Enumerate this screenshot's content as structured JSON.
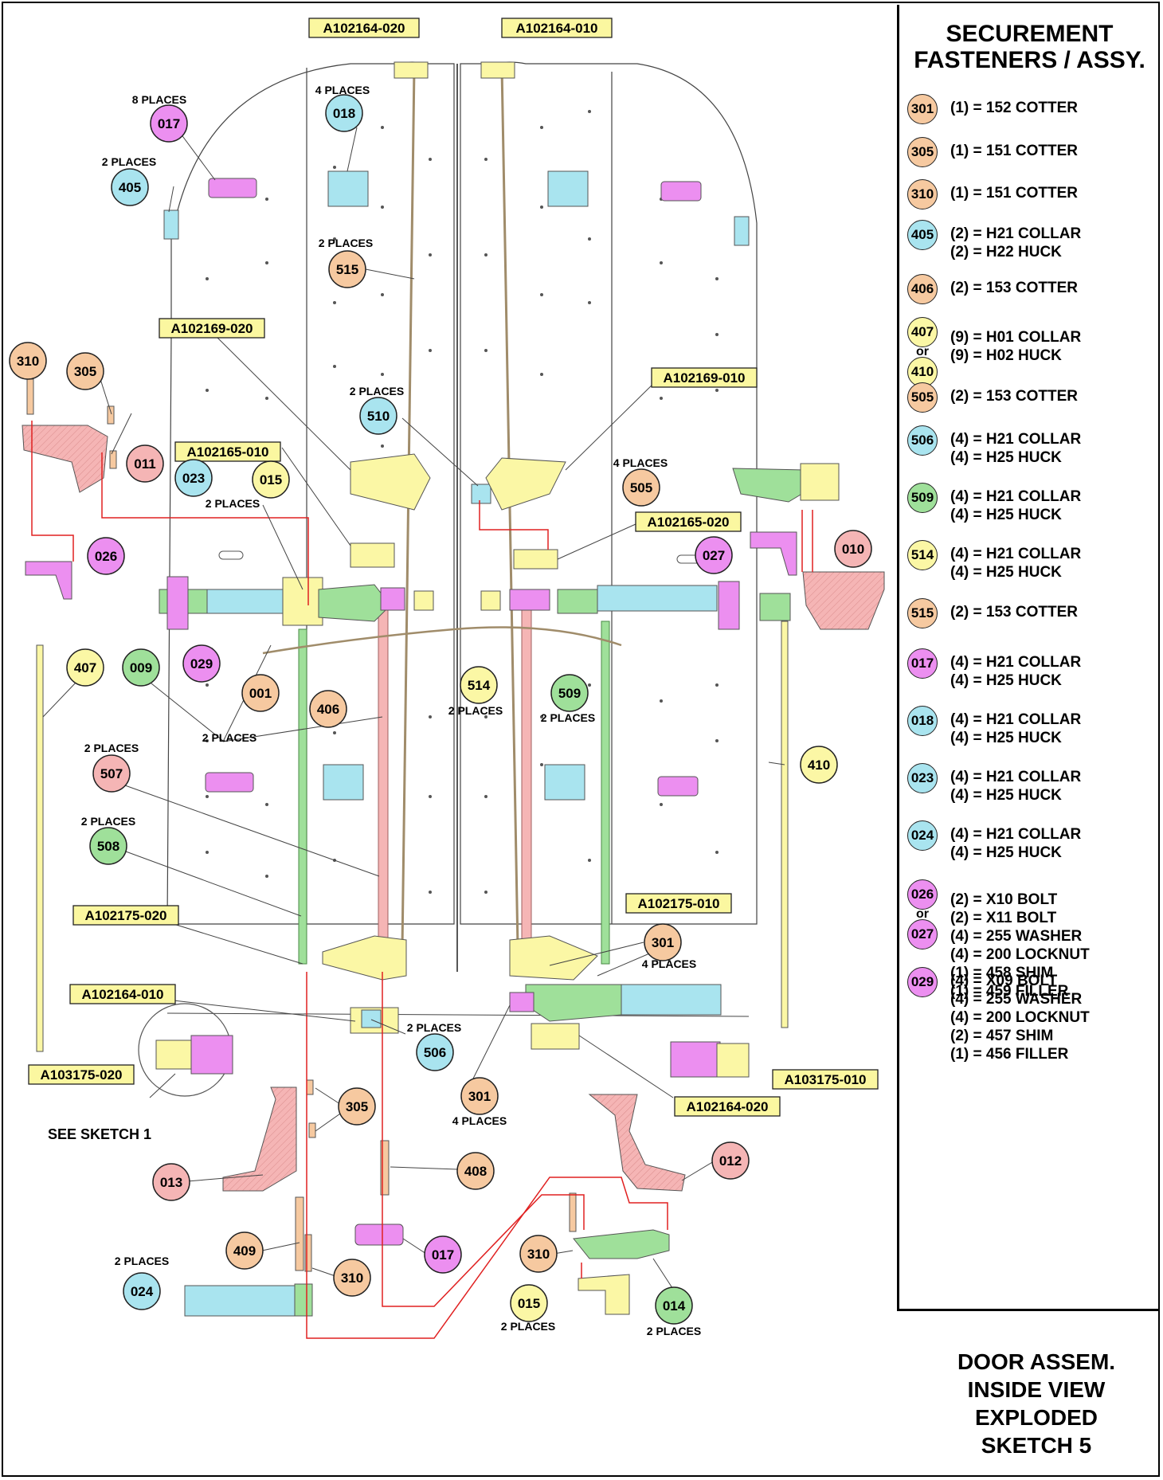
{
  "colors": {
    "orange": "#f6c9a0",
    "cyan": "#a9e4ef",
    "yellow": "#fbf7a5",
    "green": "#9fe09a",
    "pink": "#f5b5b5",
    "magenta": "#ec8ff0",
    "label_box": "#fbf7a0",
    "leader_red": "#e02020"
  },
  "legend": {
    "title_line1": "SECUREMENT",
    "title_line2": "FASTENERS / ASSY.",
    "rows": [
      {
        "ids": [
          "301"
        ],
        "color": "orange",
        "lines": [
          "(1) = 152 COTTER"
        ]
      },
      {
        "ids": [
          "305"
        ],
        "color": "orange",
        "lines": [
          "(1) = 151 COTTER"
        ]
      },
      {
        "ids": [
          "310"
        ],
        "color": "orange",
        "lines": [
          "(1) = 151 COTTER"
        ]
      },
      {
        "ids": [
          "405"
        ],
        "color": "cyan",
        "lines": [
          "(2) = H21 COLLAR",
          "(2) = H22 HUCK"
        ]
      },
      {
        "ids": [
          "406"
        ],
        "color": "orange",
        "lines": [
          "(2) = 153 COTTER"
        ]
      },
      {
        "ids": [
          "407",
          "410"
        ],
        "color": "yellow",
        "or_text": "or",
        "lines": [
          "(9) = H01 COLLAR",
          "(9) = H02 HUCK"
        ]
      },
      {
        "ids": [
          "505"
        ],
        "color": "orange",
        "lines": [
          "(2) = 153 COTTER"
        ]
      },
      {
        "ids": [
          "506"
        ],
        "color": "cyan",
        "lines": [
          "(4) = H21 COLLAR",
          "(4) = H25 HUCK"
        ]
      },
      {
        "ids": [
          "509"
        ],
        "color": "green",
        "lines": [
          "(4) = H21 COLLAR",
          "(4) = H25 HUCK"
        ]
      },
      {
        "ids": [
          "514"
        ],
        "color": "yellow",
        "lines": [
          "(4) = H21 COLLAR",
          "(4) = H25 HUCK"
        ]
      },
      {
        "ids": [
          "515"
        ],
        "color": "orange",
        "lines": [
          "(2) = 153 COTTER"
        ]
      },
      {
        "ids": [
          "017"
        ],
        "color": "magenta",
        "lines": [
          "(4) = H21 COLLAR",
          "(4) = H25 HUCK"
        ]
      },
      {
        "ids": [
          "018"
        ],
        "color": "cyan",
        "lines": [
          "(4) = H21 COLLAR",
          "(4) = H25 HUCK"
        ]
      },
      {
        "ids": [
          "023"
        ],
        "color": "cyan",
        "lines": [
          "(4) = H21 COLLAR",
          "(4) = H25 HUCK"
        ]
      },
      {
        "ids": [
          "024"
        ],
        "color": "cyan",
        "lines": [
          "(4) = H21 COLLAR",
          "(4) = H25 HUCK"
        ]
      },
      {
        "ids": [
          "026",
          "027"
        ],
        "color": "magenta",
        "or_text": "or",
        "lines": [
          "(2) = X10 BOLT",
          "(2) = X11 BOLT",
          "(4) = 255 WASHER",
          "(4) = 200 LOCKNUT",
          "(1) = 458 SHIM",
          "(1) = 459 FILLER"
        ]
      },
      {
        "ids": [
          "029"
        ],
        "color": "magenta",
        "lines": [
          "(4) = X09 BOLT",
          "(4) = 255 WASHER",
          "(4) = 200 LOCKNUT",
          "(2) = 457 SHIM",
          "(1) = 456 FILLER"
        ]
      }
    ]
  },
  "sheet_title": [
    "DOOR ASSEM.",
    "INSIDE VIEW",
    "EXPLODED",
    "SKETCH 5"
  ],
  "callouts": [
    {
      "id": "017",
      "color": "magenta",
      "note": "8 PLACES"
    },
    {
      "id": "018",
      "color": "cyan",
      "note": "4 PLACES"
    },
    {
      "id": "405",
      "color": "cyan",
      "note": "2 PLACES"
    },
    {
      "id": "515",
      "color": "orange",
      "note": "2 PLACES"
    },
    {
      "id": "310",
      "color": "orange"
    },
    {
      "id": "305",
      "color": "orange"
    },
    {
      "id": "011",
      "color": "pink"
    },
    {
      "id": "510",
      "color": "cyan",
      "note": "2 PLACES"
    },
    {
      "id": "023",
      "color": "cyan"
    },
    {
      "id": "015",
      "color": "yellow",
      "note": "2 PLACES"
    },
    {
      "id": "505",
      "color": "orange",
      "note": "4 PLACES"
    },
    {
      "id": "026",
      "color": "magenta"
    },
    {
      "id": "027",
      "color": "magenta"
    },
    {
      "id": "010",
      "color": "pink"
    },
    {
      "id": "407",
      "color": "yellow"
    },
    {
      "id": "009",
      "color": "green"
    },
    {
      "id": "029",
      "color": "magenta"
    },
    {
      "id": "001",
      "color": "orange"
    },
    {
      "id": "406",
      "color": "orange",
      "note": "2 PLACES"
    },
    {
      "id": "514",
      "color": "yellow",
      "note": "2 PLACES"
    },
    {
      "id": "509",
      "color": "green",
      "note": "2 PLACES"
    },
    {
      "id": "410",
      "color": "yellow"
    },
    {
      "id": "507",
      "color": "pink",
      "note": "2 PLACES"
    },
    {
      "id": "508",
      "color": "green",
      "note": "2 PLACES"
    },
    {
      "id": "301",
      "color": "orange",
      "note": "4 PLACES"
    },
    {
      "id": "506",
      "color": "cyan",
      "note": "2 PLACES"
    },
    {
      "id": "301",
      "color": "orange",
      "note": "4 PLACES"
    },
    {
      "id": "305",
      "color": "orange"
    },
    {
      "id": "013",
      "color": "pink"
    },
    {
      "id": "408",
      "color": "orange"
    },
    {
      "id": "012",
      "color": "pink"
    },
    {
      "id": "409",
      "color": "orange"
    },
    {
      "id": "310",
      "color": "orange"
    },
    {
      "id": "017",
      "color": "magenta"
    },
    {
      "id": "310",
      "color": "orange"
    },
    {
      "id": "024",
      "color": "cyan",
      "note": "2 PLACES"
    },
    {
      "id": "015",
      "color": "yellow",
      "note": "2 PLACES"
    },
    {
      "id": "014",
      "color": "green",
      "note": "2 PLACES"
    }
  ],
  "part_labels": [
    "A102164-020",
    "A102164-010",
    "A102169-020",
    "A102169-010",
    "A102165-010",
    "A102165-020",
    "A102175-020",
    "A102175-010",
    "A102164-010",
    "A103175-020",
    "A103175-010",
    "A102164-020"
  ],
  "see_sketch": "SEE SKETCH 1"
}
